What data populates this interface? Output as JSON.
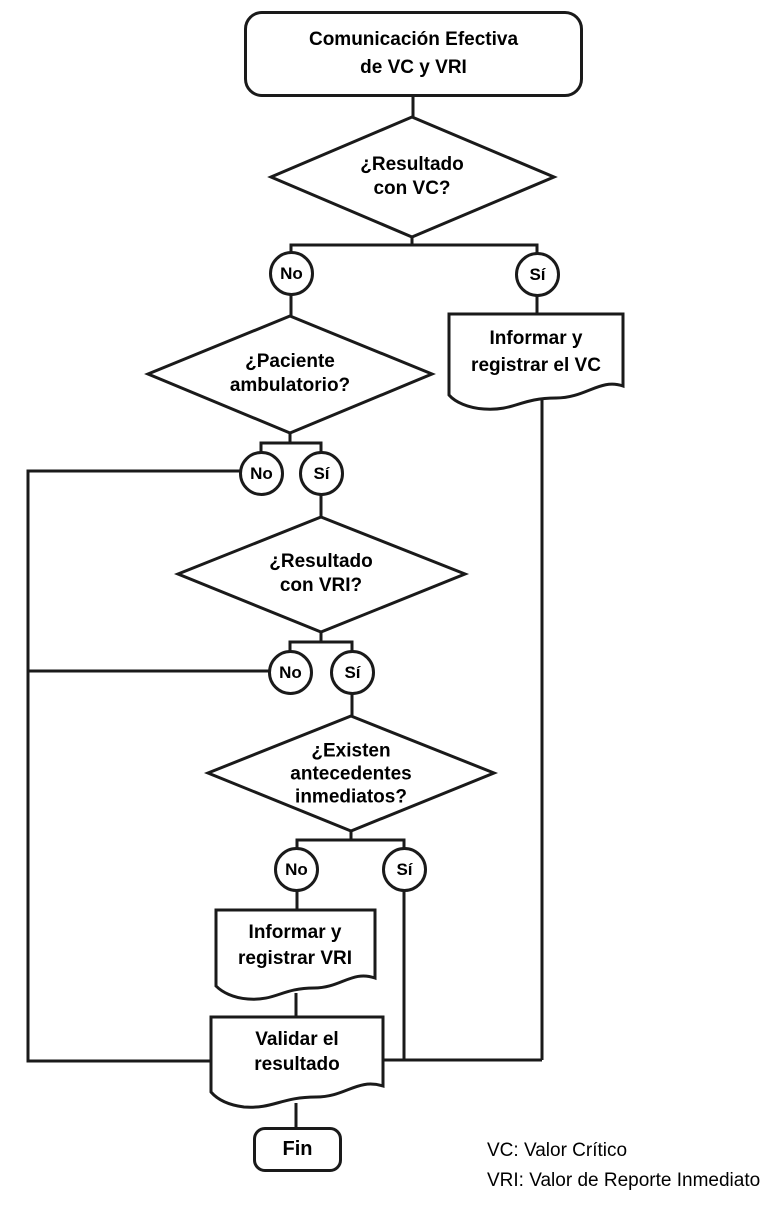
{
  "flowchart": {
    "start": {
      "line1": "Comunicación Efectiva",
      "line2": "de VC y VRI"
    },
    "decisions": {
      "vc": {
        "line1": "¿Resultado",
        "line2": "con VC?"
      },
      "ambulatorio": {
        "line1": "¿Paciente",
        "line2": "ambulatorio?"
      },
      "vri": {
        "line1": "¿Resultado",
        "line2": "con VRI?"
      },
      "antecedentes": {
        "line1": "¿Existen",
        "line2": "antecedentes",
        "line3": "inmediatos?"
      }
    },
    "documents": {
      "registrar_vc": {
        "line1": "Informar y",
        "line2": "registrar el VC"
      },
      "registrar_vri": {
        "line1": "Informar y",
        "line2": "registrar VRI"
      },
      "validar": {
        "line1": "Validar el",
        "line2": "resultado"
      }
    },
    "end": {
      "label": "Fin"
    },
    "branch": {
      "no": "No",
      "si": "Sí"
    },
    "legend": {
      "vc": "VC: Valor Crítico",
      "vri": "VRI: Valor de Reporte Inmediato"
    },
    "colors": {
      "stroke": "#1a1a1a",
      "fill": "#ffffff",
      "text": "#000000"
    }
  }
}
